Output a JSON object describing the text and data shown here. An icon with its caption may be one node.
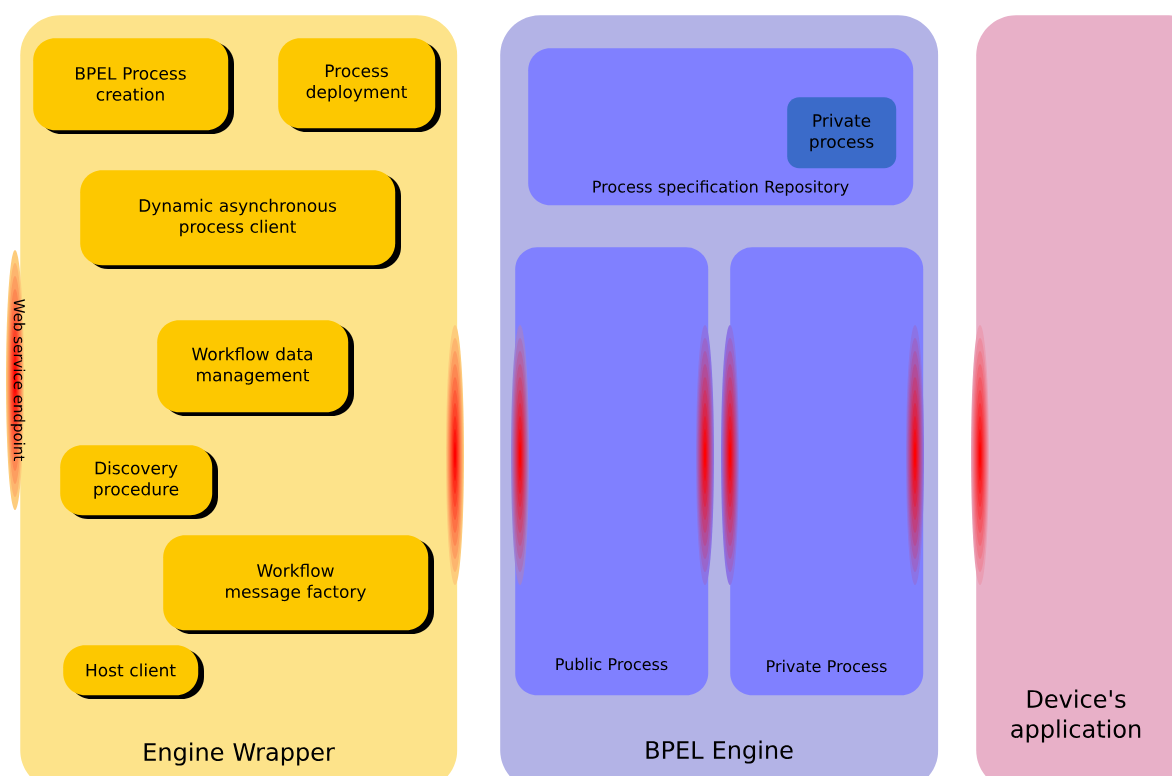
{
  "diagram": {
    "nodes": [
      {
        "text": [
          "Engine Wrapper"
        ]
      },
      {
        "text": [
          "BPEL Process creation"
        ],
        "in": 0
      },
      {
        "text": [
          "Process deployment"
        ],
        "in": 0
      },
      {
        "text": [
          "Dynamic asynchronous process client"
        ],
        "in": 0
      },
      {
        "text": [
          "Workflow data management"
        ],
        "in": 0
      },
      {
        "text": [
          "Discovery procedure"
        ],
        "in": 0
      },
      {
        "text": [
          "Workflow message factory"
        ],
        "in": 0
      },
      {
        "text": [
          "Host client"
        ],
        "in": 0
      },
      {
        "text": [
          "BPEL Engine"
        ]
      },
      {
        "text": [
          "Process specification Repository"
        ],
        "in": 8
      },
      {
        "text": [
          "Private process"
        ],
        "in": 9
      },
      {
        "text": [
          "Public Process"
        ],
        "in": 8
      },
      {
        "text": [
          "Private Process"
        ],
        "in": 8
      },
      {
        "text": [
          "Device's application"
        ]
      }
    ],
    "labels": [
      "Web service endpoint"
    ]
  }
}
